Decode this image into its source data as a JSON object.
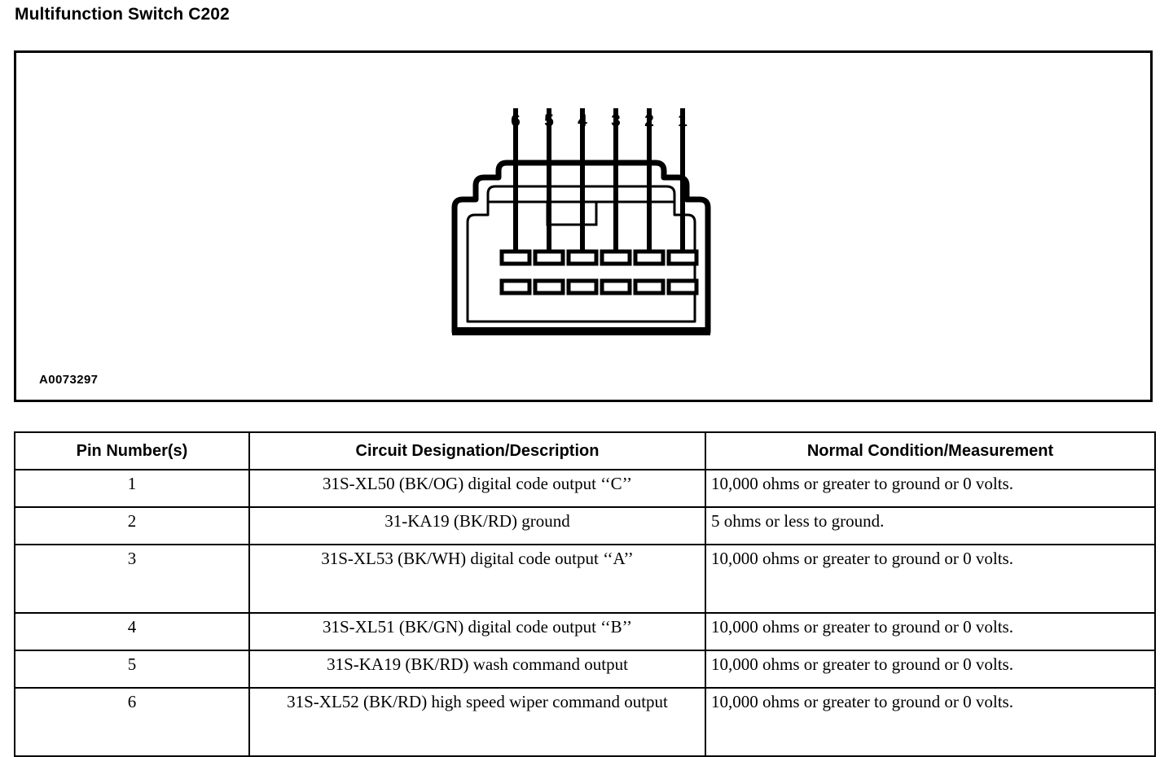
{
  "document": {
    "title": "Multifunction Switch C202",
    "figure_id": "A0073297"
  },
  "connector": {
    "name": "6-way connector face view",
    "pin_count": 6,
    "pin_labels": [
      "6",
      "5",
      "4",
      "3",
      "2",
      "1"
    ]
  },
  "table": {
    "headers": {
      "pin": "Pin Number(s)",
      "circuit": "Circuit Designation/Description",
      "normal": "Normal Condition/Measurement"
    },
    "rows": [
      {
        "pin": "1",
        "circuit": "31S-XL50 (BK/OG) digital code output ‘‘C’’",
        "normal": "10,000 ohms or greater to ground or 0 volts."
      },
      {
        "pin": "2",
        "circuit": "31-KA19 (BK/RD) ground",
        "normal": "5 ohms or less to ground."
      },
      {
        "pin": "3",
        "circuit": "31S-XL53 (BK/WH) digital code output ‘‘A’’",
        "normal": "10,000 ohms or greater to ground or 0 volts."
      },
      {
        "pin": "4",
        "circuit": "31S-XL51 (BK/GN) digital code output ‘‘B’’",
        "normal": "10,000 ohms or greater to ground or 0 volts."
      },
      {
        "pin": "5",
        "circuit": "31S-KA19 (BK/RD) wash command output",
        "normal": "10,000 ohms or greater to ground or 0 volts."
      },
      {
        "pin": "6",
        "circuit": "31S-XL52 (BK/RD) high speed wiper command output",
        "normal": "10,000 ohms or greater to ground or 0 volts."
      }
    ]
  },
  "colors": {
    "line": "#000000",
    "background": "#ffffff"
  }
}
